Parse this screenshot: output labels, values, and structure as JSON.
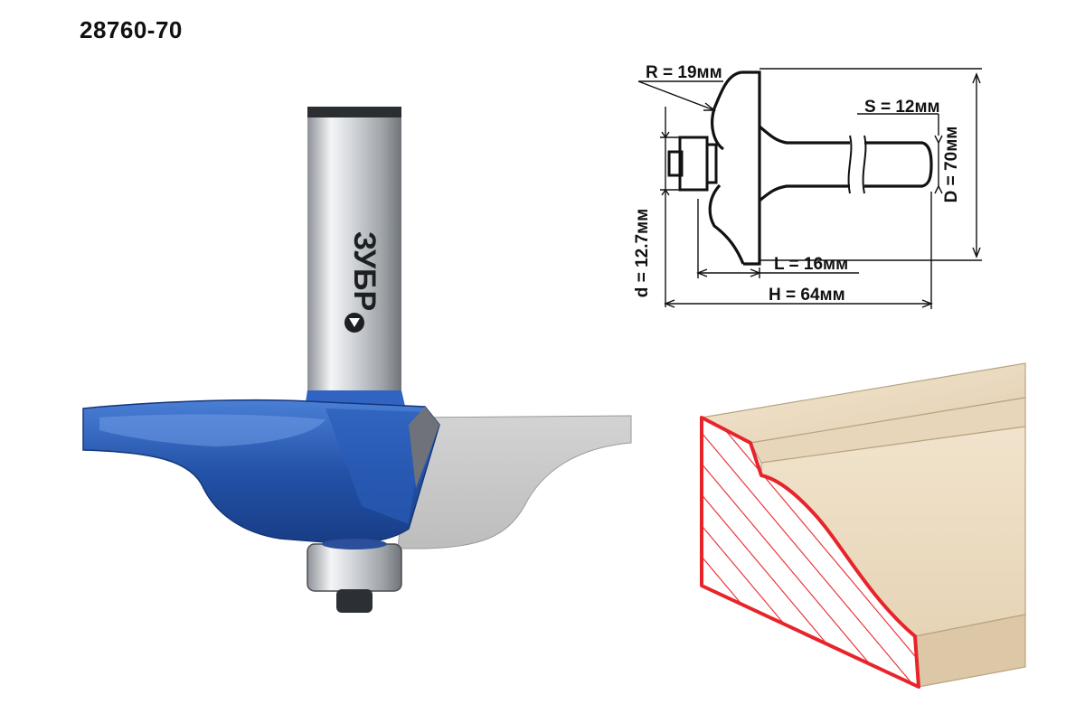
{
  "product": {
    "code": "28760-70",
    "brand": "ЗУБР"
  },
  "dimensions": {
    "radius": "R = 19мм",
    "shank": "S = 12мм",
    "diameter": "D = 70мм",
    "bearing": "d = 12.7мм",
    "cut_length": "L = 16мм",
    "total_height": "H = 64мм"
  },
  "colors": {
    "cutter_blue": "#2352a8",
    "profile_red": "#e8242b",
    "wood": "#ecdcc2",
    "shank": "#c9cdd2"
  }
}
